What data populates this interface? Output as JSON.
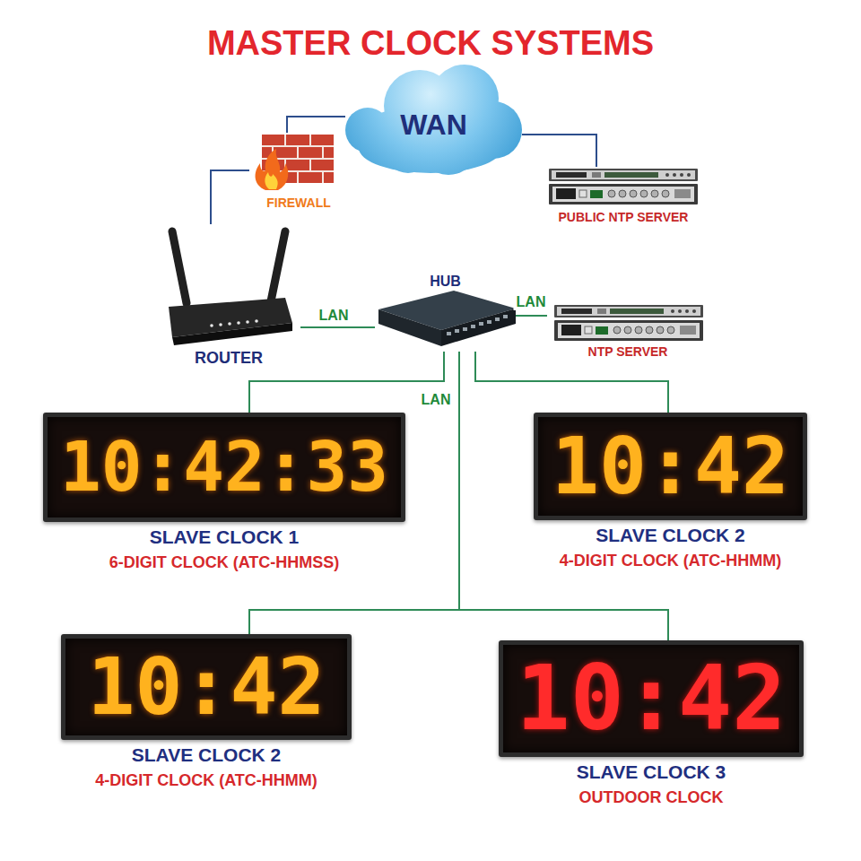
{
  "diagram": {
    "title": "MASTER CLOCK SYSTEMS",
    "nodes": [
      {
        "text": [
          "WAN"
        ]
      },
      {
        "text": [
          "FIREWALL"
        ]
      },
      {
        "text": [
          "PUBLIC NTP SERVER"
        ]
      },
      {
        "text": [
          "ROUTER"
        ]
      },
      {
        "text": [
          "HUB"
        ]
      },
      {
        "text": [
          "NTP SERVER"
        ]
      },
      {
        "text": [
          "10:42:33",
          "SLAVE CLOCK 1",
          "6-DIGIT CLOCK (ATC-HHMSS)"
        ]
      },
      {
        "text": [
          "10:42",
          "SLAVE CLOCK 2",
          "4-DIGIT CLOCK (ATC-HHMM)"
        ]
      },
      {
        "text": [
          "10:42",
          "SLAVE CLOCK 2",
          "4-DIGIT CLOCK (ATC-HHMM)"
        ]
      },
      {
        "text": [
          "10:42",
          "SLAVE CLOCK 3",
          "OUTDOOR CLOCK"
        ]
      }
    ],
    "edges": [
      {
        "from": 3,
        "to": 1,
        "arrow": "none"
      },
      {
        "from": 1,
        "to": 0,
        "arrow": "none"
      },
      {
        "from": 0,
        "to": 2,
        "arrow": "none"
      },
      {
        "from": 3,
        "to": 4,
        "label": "LAN",
        "arrow": "none"
      },
      {
        "from": 4,
        "to": 5,
        "label": "LAN",
        "arrow": "none"
      },
      {
        "from": 4,
        "to": 6,
        "arrow": "none"
      },
      {
        "from": 4,
        "to": 7,
        "arrow": "none"
      },
      {
        "from": 4,
        "to": 8,
        "label": "LAN",
        "arrow": "none"
      },
      {
        "from": 4,
        "to": 9,
        "arrow": "none"
      }
    ]
  }
}
